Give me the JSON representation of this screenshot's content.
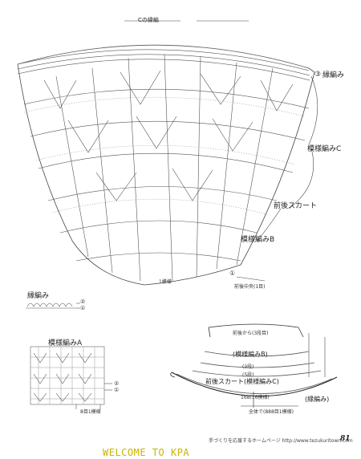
{
  "top_label": "Cの縁編",
  "labels": {
    "edge1": "縁編み",
    "pattern_c": "模様編みC",
    "front_skirt": "前後スカート",
    "pattern_b": "模様編みB",
    "edge_title": "縁編み",
    "pattern_a": "模様編みA"
  },
  "small": {
    "circ3": "③",
    "circ1": "①",
    "circ2": "②",
    "stitch_note": "8目1模様",
    "left_note": "1模様",
    "bottom_note": "前後中央(1目)"
  },
  "schematic": {
    "top": "前後から(3段目)",
    "pattern_b": "(模様編みB)",
    "mid1": "(3段)",
    "mid2": "(5段)",
    "main": "前後スカート(模様編みC)",
    "bottom_inner": "168(16模様)",
    "bottom_outer": "全体で(888目1模様)",
    "edge": "(縁編み)"
  },
  "footer": {
    "welcome": "WELCOME TO KPA",
    "note": "手づくりを応援するホームページ http://www.tezukuritown.com",
    "page": "81"
  }
}
